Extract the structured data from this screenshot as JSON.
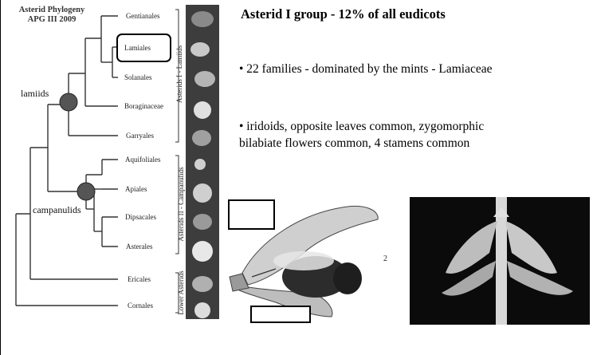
{
  "tree": {
    "title_line1": "Asterid Phylogeny",
    "title_line2": "APG III 2009",
    "taxa": [
      "Gentianales",
      "Lamiales",
      "Solanales",
      "Boraginaceae",
      "Garryales",
      "Aquifoliales",
      "Apiales",
      "Dipsacales",
      "Asterales",
      "Ericales",
      "Cornales"
    ],
    "highlighted_taxon": "Lamiales",
    "clade_labels": {
      "lamiids": "lamiids",
      "campanulids": "campanulids"
    },
    "group_labels": {
      "asterids_1": "Asterids I - Lamiids",
      "asterids_2": "Asterids II - Campanulids",
      "lower": "Lower Asterids"
    },
    "node_color": "#555555"
  },
  "text": {
    "heading": "Asterid I group - 12% of all eudicots",
    "bullet1": "• 22 families - dominated by the mints - Lamiaceae",
    "bullet2": "• iridoids, opposite leaves common, zygomorphic bilabiate flowers common, 4 stamens common"
  },
  "illustration": {
    "figure_number": "2"
  }
}
